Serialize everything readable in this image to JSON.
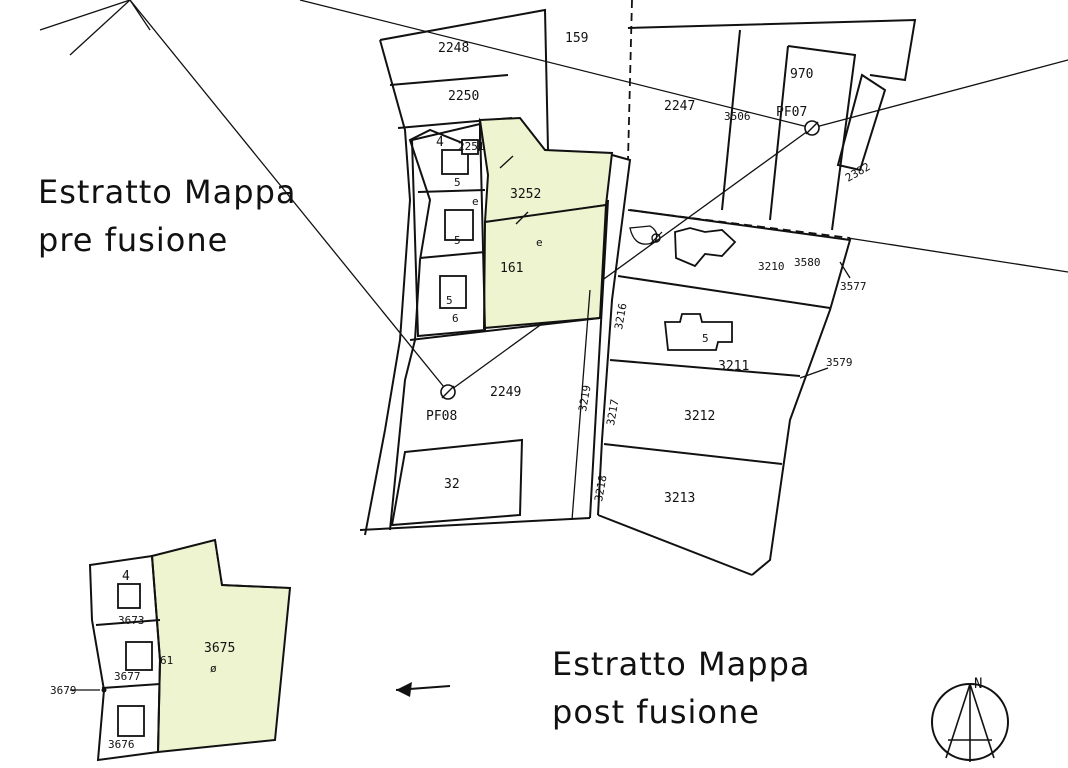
{
  "titles": {
    "pre": {
      "line1": "Estratto Mappa",
      "line2": "pre fusione"
    },
    "post": {
      "line1": "Estratto Mappa",
      "line2": "post fusione"
    }
  },
  "colors": {
    "highlight_parcel": "#eef4cf",
    "line": "#111111",
    "background": "#ffffff"
  },
  "parcels_pre": {
    "p2248": "2248",
    "p159": "159",
    "p2250": "2250",
    "p2247": "2247",
    "p3506": "3506",
    "p970": "970",
    "p2251": "2251",
    "p3252": "3252",
    "p161": "161",
    "p2382": "2382",
    "p3210": "3210",
    "p3580": "3580",
    "p3577": "3577",
    "p3216": "3216",
    "p3211": "3211",
    "p3579": "3579",
    "p2249": "2249",
    "p3219": "3219",
    "p3217": "3217",
    "p3212": "3212",
    "p32": "32",
    "p3218": "3218",
    "p3213": "3213",
    "b4": "4",
    "b5a": "5",
    "b5b": "5",
    "b5c": "5",
    "b6": "6",
    "e1": "e",
    "e2": "e"
  },
  "points": {
    "pf07": "PF07",
    "pf08": "PF08"
  },
  "parcels_post": {
    "p3675": "3675",
    "p3673": "3673",
    "p3677": "3677",
    "p3679": "3679",
    "p3676": "3676",
    "b4": "4",
    "b61": "61",
    "mark": "ø"
  },
  "icons": {
    "arrow": "left-arrow-icon",
    "north": "north-arrow-icon"
  },
  "north_label": "N"
}
